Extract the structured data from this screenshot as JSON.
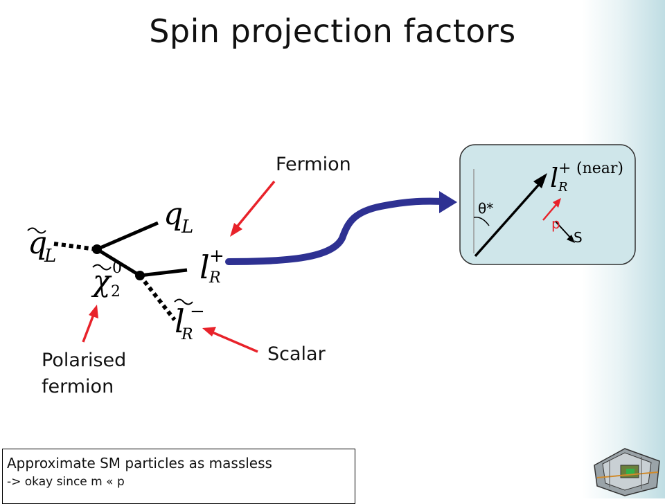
{
  "slide": {
    "title": "Spin projection factors"
  },
  "labels": {
    "fermion": "Fermion",
    "scalar": "Scalar",
    "polarised_line1": "Polarised",
    "polarised_line2": "fermion"
  },
  "particles": {
    "squark": {
      "base": "q",
      "sub": "L"
    },
    "quark": {
      "base": "q",
      "sub": "L"
    },
    "neutralino": {
      "base": "χ",
      "sup": "0",
      "sub": "2"
    },
    "lepton": {
      "base": "l",
      "sup": "+",
      "sub": "R"
    },
    "slepton": {
      "base": "l",
      "sup": "−",
      "sub": "R"
    }
  },
  "inset": {
    "lepton": {
      "base": "l",
      "sup": "+",
      "sub": "R"
    },
    "near_label": "(near)",
    "angle_label": "θ*",
    "momentum_label": "p",
    "spin_label": "S"
  },
  "note": {
    "line1": "Approximate SM particles as massless",
    "line2": "-> okay since m « p"
  },
  "colors": {
    "arrow_red": "#e8222a",
    "connector_blue": "#2e3192",
    "inset_bg": "#cfe6ea",
    "side_gradient": "#bfdde3"
  }
}
